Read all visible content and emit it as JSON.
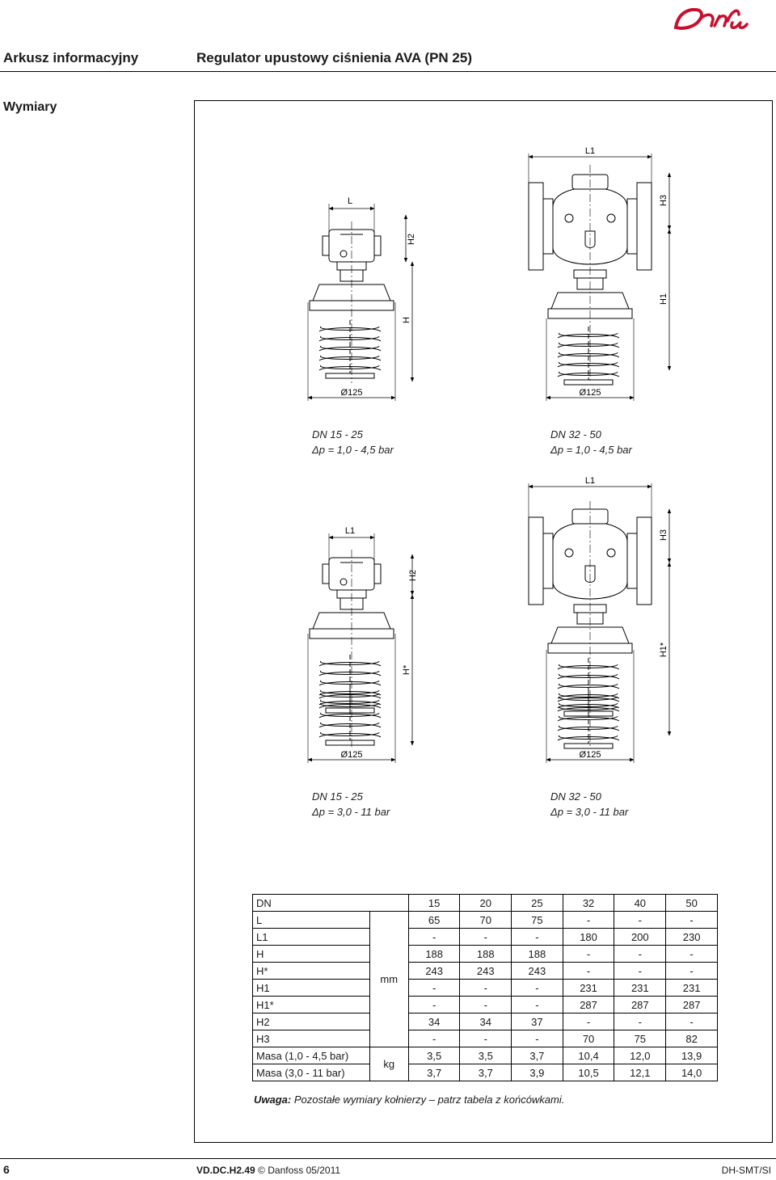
{
  "header": {
    "brand": "Danfoss",
    "doc_type": "Arkusz informacyjny",
    "title": "Regulator upustowy ciśnienia AVA (PN 25)"
  },
  "section_title": "Wymiary",
  "drawings": {
    "labels": {
      "L": "L",
      "L1": "L1",
      "H": "H",
      "H_star": "H*",
      "H1": "H1",
      "H1_star": "H1*",
      "H2": "H2",
      "H3": "H3",
      "diameter": "Ø125"
    },
    "captions": [
      {
        "line1": "DN 15 - 25",
        "line2": "Δp = 1,0 - 4,5 bar"
      },
      {
        "line1": "DN 32 - 50",
        "line2": "Δp = 1,0 - 4,5 bar"
      },
      {
        "line1": "DN 15 - 25",
        "line2": "Δp = 3,0 - 11 bar"
      },
      {
        "line1": "DN 32 - 50",
        "line2": "Δp = 3,0 - 11 bar"
      }
    ]
  },
  "table": {
    "header_label": "DN",
    "dn": [
      "15",
      "20",
      "25",
      "32",
      "40",
      "50"
    ],
    "unit_mm": "mm",
    "unit_kg": "kg",
    "rows": [
      {
        "label": "L",
        "values": [
          "65",
          "70",
          "75",
          "-",
          "-",
          "-"
        ]
      },
      {
        "label": "L1",
        "values": [
          "-",
          "-",
          "-",
          "180",
          "200",
          "230"
        ]
      },
      {
        "label": "H",
        "values": [
          "188",
          "188",
          "188",
          "-",
          "-",
          "-"
        ]
      },
      {
        "label": "H*",
        "values": [
          "243",
          "243",
          "243",
          "-",
          "-",
          "-"
        ]
      },
      {
        "label": "H1",
        "values": [
          "-",
          "-",
          "-",
          "231",
          "231",
          "231"
        ]
      },
      {
        "label": "H1*",
        "values": [
          "-",
          "-",
          "-",
          "287",
          "287",
          "287"
        ]
      },
      {
        "label": "H2",
        "values": [
          "34",
          "34",
          "37",
          "-",
          "-",
          "-"
        ]
      },
      {
        "label": "H3",
        "values": [
          "-",
          "-",
          "-",
          "70",
          "75",
          "82"
        ]
      }
    ],
    "mass_rows": [
      {
        "label": "Masa (1,0 - 4,5 bar)",
        "values": [
          "3,5",
          "3,5",
          "3,7",
          "10,4",
          "12,0",
          "13,9"
        ]
      },
      {
        "label": "Masa (3,0 - 11 bar)",
        "values": [
          "3,7",
          "3,7",
          "3,9",
          "10,5",
          "12,1",
          "14,0"
        ]
      }
    ],
    "note_label": "Uwaga:",
    "note_text": " Pozostałe wymiary kołnierzy – patrz tabela z końcówkami."
  },
  "footer": {
    "page": "6",
    "doc_code": "VD.DC.H2.49",
    "copyright": "© Danfoss 05/2011",
    "dept": "DH-SMT/SI"
  }
}
